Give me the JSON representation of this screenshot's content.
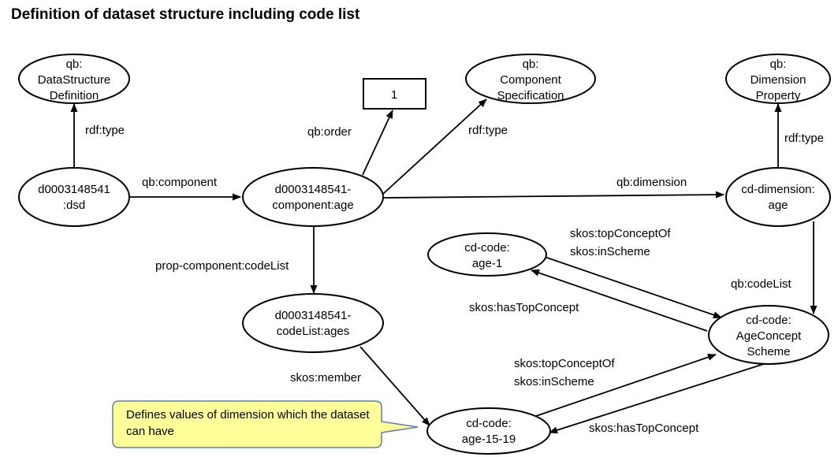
{
  "title": "Definition of dataset structure including code list",
  "nodes": {
    "qb_dsd_type": [
      "qb:",
      "DataStructure",
      "Definition"
    ],
    "qb_compspec_type": [
      "qb:",
      "Component",
      "Specification"
    ],
    "qb_dimprop_type": [
      "qb:",
      "Dimension",
      "Property"
    ],
    "order_value": [
      "1"
    ],
    "dsd": [
      "d0003148541",
      ":dsd"
    ],
    "component_age": [
      "d0003148541-",
      "component:age"
    ],
    "dimension_age": [
      "cd-dimension:",
      "age"
    ],
    "code_age_1": [
      "cd-code:",
      "age-1"
    ],
    "codelist_ages": [
      "d0003148541-",
      "codeList:ages"
    ],
    "age_concept_scheme": [
      "cd-code:",
      "AgeConcept",
      "Scheme"
    ],
    "code_age_15_19": [
      "cd-code:",
      "age-15-19"
    ]
  },
  "edge_labels": {
    "dsd_rdf_type": "rdf:type",
    "qb_component": "qb:component",
    "qb_order": "qb:order",
    "compspec_rdf_type": "rdf:type",
    "qb_dimension": "qb:dimension",
    "dimprop_rdf_type": "rdf:type",
    "prop_component_codelist": "prop-component:codeList",
    "qb_codelist": "qb:codeList",
    "age1_top_concept_of": "skos:topConceptOf",
    "age1_in_scheme": "skos:inScheme",
    "age1_has_top_concept": "skos:hasTopConcept",
    "skos_member": "skos:member",
    "age1519_top_concept_of": "skos:topConceptOf",
    "age1519_in_scheme": "skos:inScheme",
    "age1519_has_top_concept": "skos:hasTopConcept"
  },
  "callout": {
    "text": "Defines values of dimension which the dataset can have",
    "fill_color": "#ffff99",
    "border_color": "#5b7fb5"
  }
}
